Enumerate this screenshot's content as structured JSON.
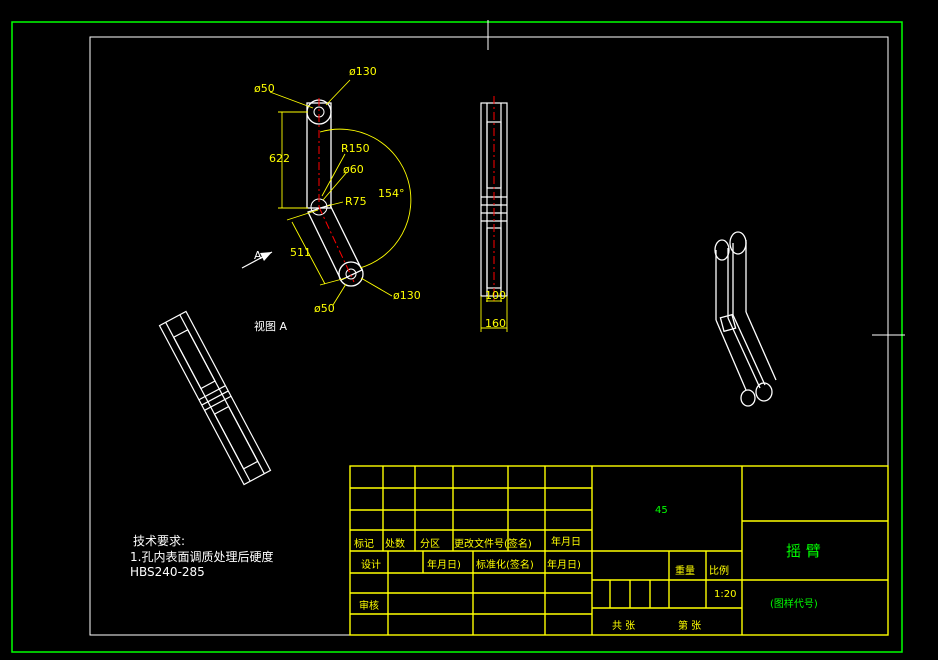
{
  "dimensions": {
    "d50_top": "ø50",
    "d130_top": "ø130",
    "len_622": "622",
    "r150": "R150",
    "d60": "ø60",
    "r75": "R75",
    "angle_154": "154°",
    "len_511": "511",
    "d50_bottom": "ø50",
    "d130_bottom": "ø130",
    "w100": "100",
    "w160": "160"
  },
  "view_label": "视图 A",
  "view_arrow_label": "A",
  "tech_requirements": {
    "title": "技术要求:",
    "line1": "1.孔内表面调质处理后硬度",
    "line2": "HBS240-285"
  },
  "title_block": {
    "material": "45",
    "part_name": "摇 臂",
    "drawing_code": "(图样代号)",
    "label_mark": "标记",
    "label_count": "处数",
    "label_zone": "分区",
    "label_change_doc": "更改文件号(签名)",
    "label_date1": "年月日",
    "label_design": "设计",
    "label_date2": "年月日)",
    "label_standard": "标准化(签名)",
    "label_date3": "年月日)",
    "label_weight": "重量",
    "label_scale": "比例",
    "label_review": "审核",
    "scale_value": "1:20",
    "label_total": "共  张",
    "label_sheet": "第  张"
  },
  "colors": {
    "background": "#000000",
    "border": "#00ff00",
    "geometry": "#ffffff",
    "dimension": "#ffff00",
    "centerline": "#ff0000"
  }
}
